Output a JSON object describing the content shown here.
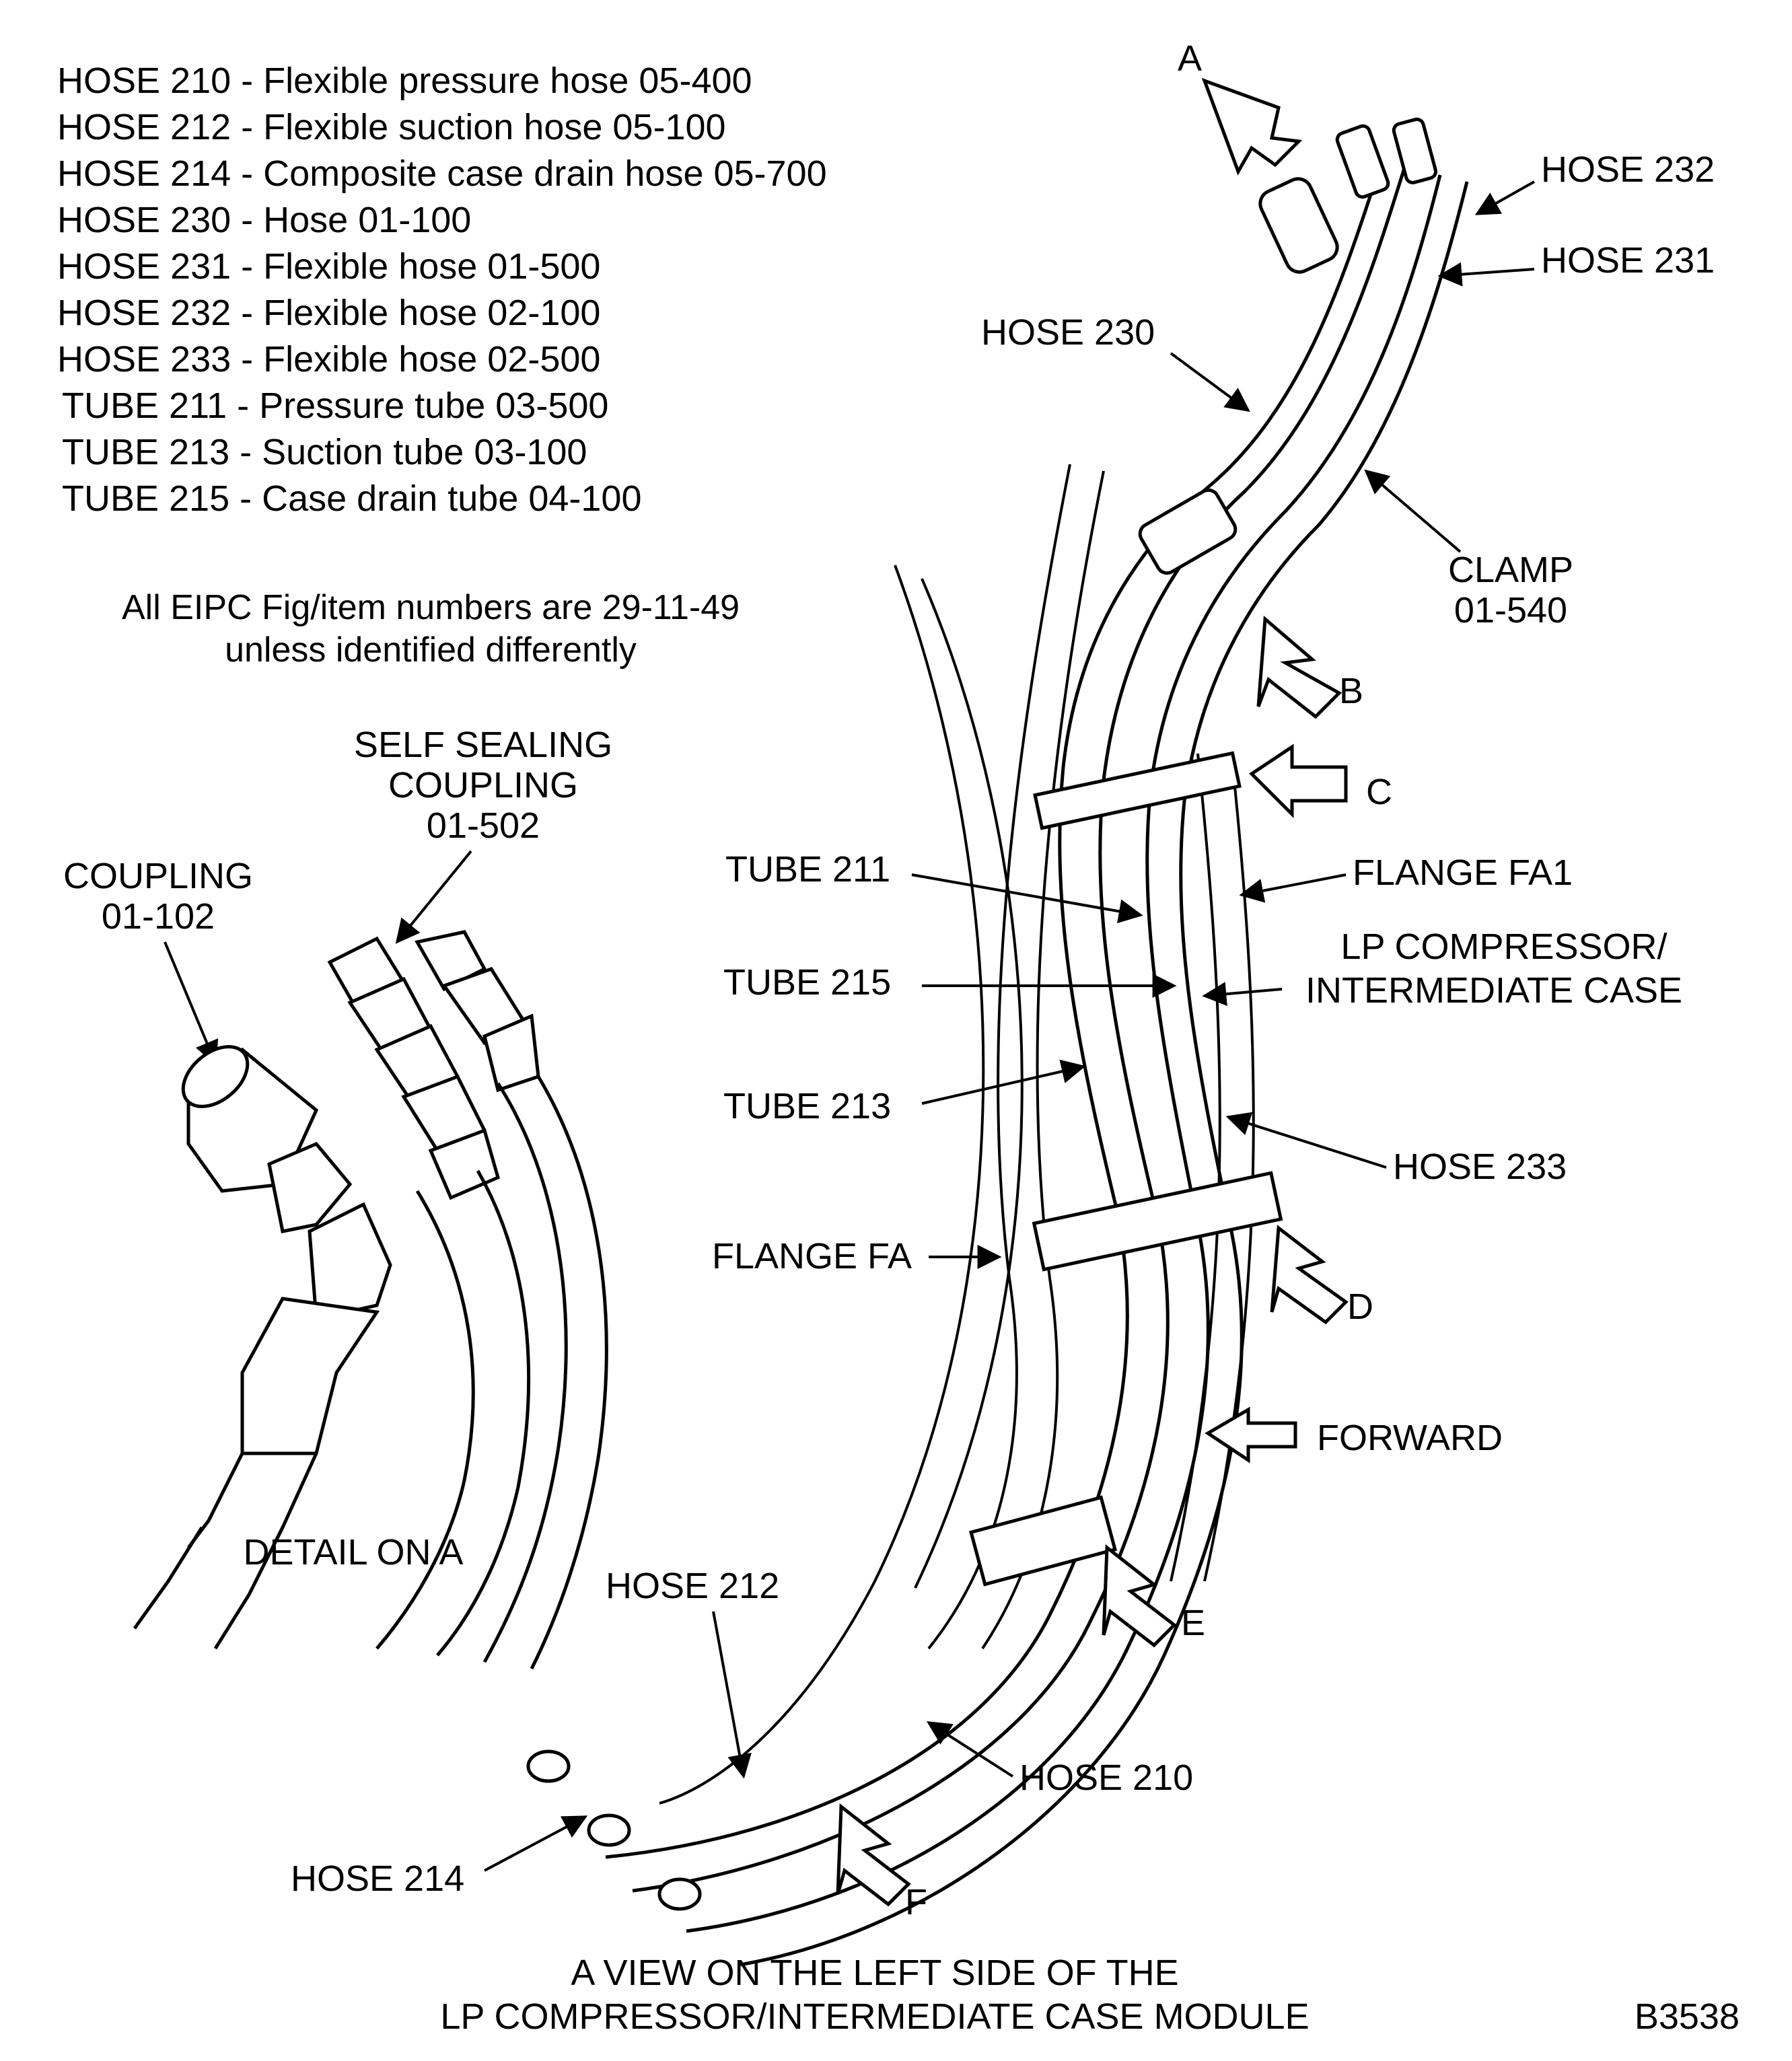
{
  "legend": [
    "HOSE 210 - Flexible pressure hose  05-400",
    "HOSE 212 - Flexible suction hose  05-100",
    "HOSE 214 - Composite case drain hose  05-700",
    "HOSE 230 - Hose  01-100",
    "HOSE 231 - Flexible hose  01-500",
    "HOSE 232 - Flexible hose  02-100",
    "HOSE 233 - Flexible hose  02-500",
    "TUBE 211 - Pressure tube  03-500",
    "TUBE 213 - Suction tube  03-100",
    "TUBE 215 - Case drain tube  04-100"
  ],
  "note": [
    "All EIPC Fig/item numbers are 29-11-49",
    "unless identified differently"
  ],
  "detail": {
    "self_sealing": [
      "SELF SEALING",
      "COUPLING",
      "01-502"
    ],
    "coupling": [
      "COUPLING",
      "01-102"
    ],
    "caption": "DETAIL ON A"
  },
  "labels": {
    "hose_232": "HOSE 232",
    "hose_231": "HOSE 231",
    "hose_230": "HOSE 230",
    "clamp": [
      "CLAMP",
      "01-540"
    ],
    "tube_211": "TUBE 211",
    "flange_fa1": "FLANGE FA1",
    "lp_case": [
      "LP COMPRESSOR/",
      "INTERMEDIATE CASE"
    ],
    "tube_215": "TUBE 215",
    "tube_213": "TUBE 213",
    "hose_233": "HOSE 233",
    "flange_fa": "FLANGE FA",
    "forward": "FORWARD",
    "hose_212": "HOSE 212",
    "hose_210": "HOSE 210",
    "hose_214": "HOSE 214"
  },
  "views": {
    "a": "A",
    "b": "B",
    "c": "C",
    "d": "D",
    "e": "E",
    "f": "F"
  },
  "caption": [
    "A VIEW ON THE LEFT SIDE OF THE",
    "LP COMPRESSOR/INTERMEDIATE CASE MODULE"
  ],
  "ref": "B3538"
}
